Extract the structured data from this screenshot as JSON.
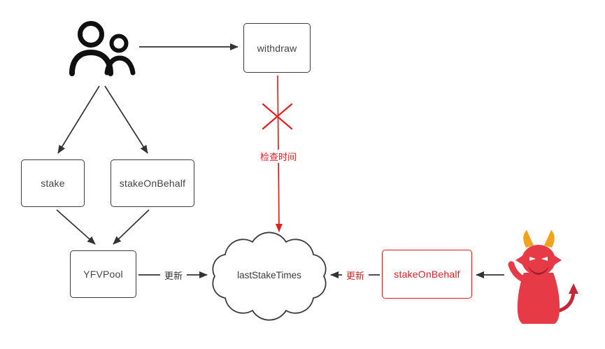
{
  "diagram": {
    "nodes": {
      "withdraw": {
        "label": "withdraw"
      },
      "stake": {
        "label": "stake"
      },
      "stake_on_behalf": {
        "label": "stakeOnBehalf"
      },
      "yfv_pool": {
        "label": "YFVPool"
      },
      "last_stake_times": {
        "label": "lastStakeTimes"
      },
      "attacker_stake_on_behalf": {
        "label": "stakeOnBehalf"
      }
    },
    "edge_labels": {
      "update_from_pool": {
        "label": "更新"
      },
      "update_from_attacker": {
        "label": "更新"
      },
      "check_time": {
        "label": "检查时间"
      }
    },
    "icons": {
      "users": "users-icon",
      "attacker": "devil-icon",
      "blocked": "red-x-icon"
    },
    "colors": {
      "node_border": "#3b3b3b",
      "node_text": "#444444",
      "arrow": "#333333",
      "danger_red": "#e02020",
      "devil_body": "#e63b47",
      "devil_horns": "#f2a31c",
      "background": "#ffffff"
    }
  }
}
